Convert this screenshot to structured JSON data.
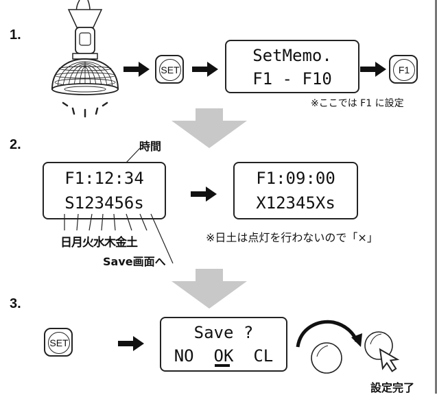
{
  "steps": {
    "s1": "1.",
    "s2": "2.",
    "s3": "3."
  },
  "step1": {
    "set_button": "SET",
    "lcd_line1": "SetMemo.",
    "lcd_line2": "F1 - F10",
    "f1_button": "F1",
    "note": "※ここでは F1 に設定"
  },
  "step2": {
    "time_label": "時間",
    "lcd1_line1": "F1:12:34",
    "lcd1_line2": "S123456s",
    "days_label": "日月火水木金土",
    "save_label": "Save画面へ",
    "lcd2_line1": "F1:09:00",
    "lcd2_line2": "X12345Xs",
    "note": "※日土は点灯を行わないので「×」"
  },
  "step3": {
    "set_button": "SET",
    "lcd_line1": "Save ?",
    "lcd_opt_no": "NO",
    "lcd_opt_ok": "OK",
    "lcd_opt_cl": "CL",
    "done_label": "設定完了"
  }
}
